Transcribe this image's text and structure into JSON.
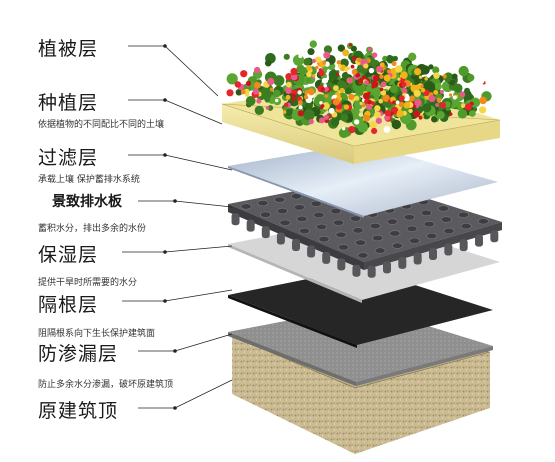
{
  "layers": [
    {
      "key": "vegetation",
      "title": "植被层",
      "desc": ""
    },
    {
      "key": "planting",
      "title": "种植层",
      "desc": "依据植物的不同配比不同的土壤"
    },
    {
      "key": "filter",
      "title": "过滤层",
      "desc": "承载上壤 保护蓄排水系统"
    },
    {
      "key": "drainage",
      "title": "景致排水板",
      "desc": "蓄积水分，排出多余的水份"
    },
    {
      "key": "moisture",
      "title": "保湿层",
      "desc": "提供干旱时所需要的水分"
    },
    {
      "key": "root-barrier",
      "title": "隔根层",
      "desc": "阻隔根系向下生长保护建筑面"
    },
    {
      "key": "waterproof",
      "title": "防渗漏层",
      "desc": "防止多余水分渗漏，破坏原建筑顶"
    },
    {
      "key": "roof",
      "title": "原建筑顶",
      "desc": ""
    }
  ],
  "colors": {
    "soil_top": "#f3e9a6",
    "filter": "#c9d6e6",
    "drainage": "#55555a",
    "moisture": "#d4d4d4",
    "root_barrier": "#262626",
    "waterproof": "#8c8c8c",
    "roof": "#cdbd97",
    "foliage": "#3d7d22"
  }
}
